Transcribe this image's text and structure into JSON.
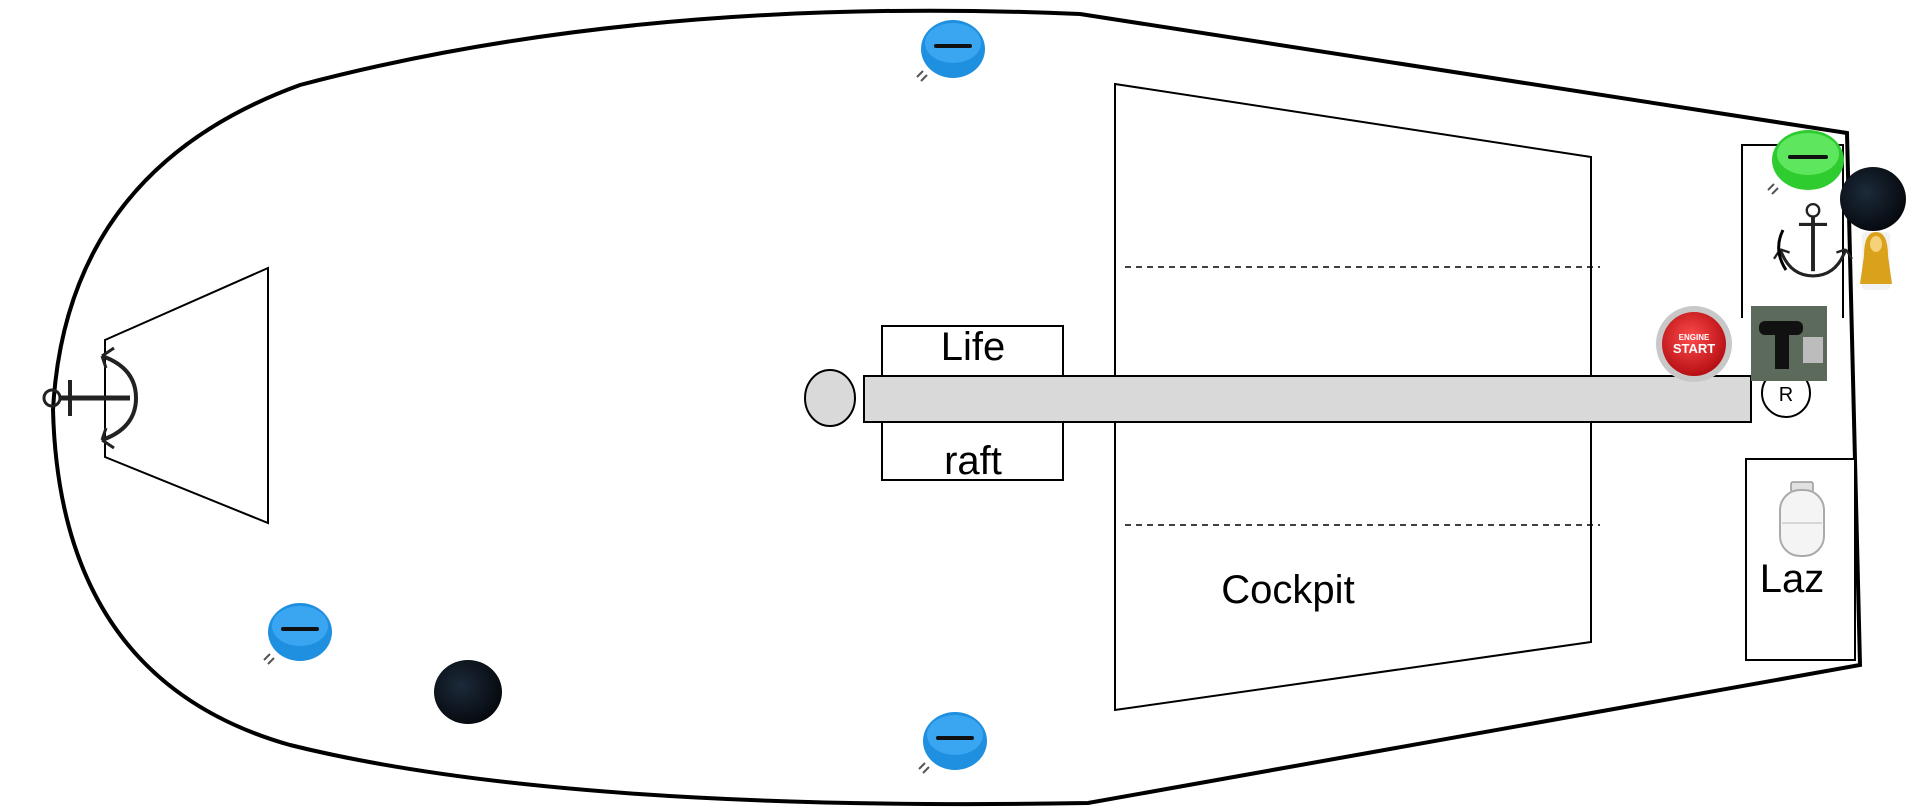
{
  "labels": {
    "life": "Life",
    "raft": "raft",
    "cockpit": "Cockpit",
    "lazarette": "Laz",
    "rudder": "R",
    "engine_button_top": "ENGINE",
    "engine_button_main": "START"
  },
  "colors": {
    "hull_outline": "#000000",
    "background": "#ffffff",
    "cleat_blue": "#1f8fe0",
    "cleat_green": "#2ecc2e",
    "hatch_black": "#0a0f1a",
    "engine_red": "#d4141b",
    "boom_fill": "#d9d9d9",
    "winch_gold": "#d9a21a"
  },
  "icons": {
    "bow_anchor": "anchor-icon",
    "stern_anchor": "anchor-icon",
    "cleat": "cleat-icon",
    "hatch": "hatch-icon",
    "engine_start": "engine-start-button-icon",
    "tiller_handle": "tiller-handle-icon",
    "propane_tank": "propane-tank-icon",
    "winch": "winch-icon"
  }
}
